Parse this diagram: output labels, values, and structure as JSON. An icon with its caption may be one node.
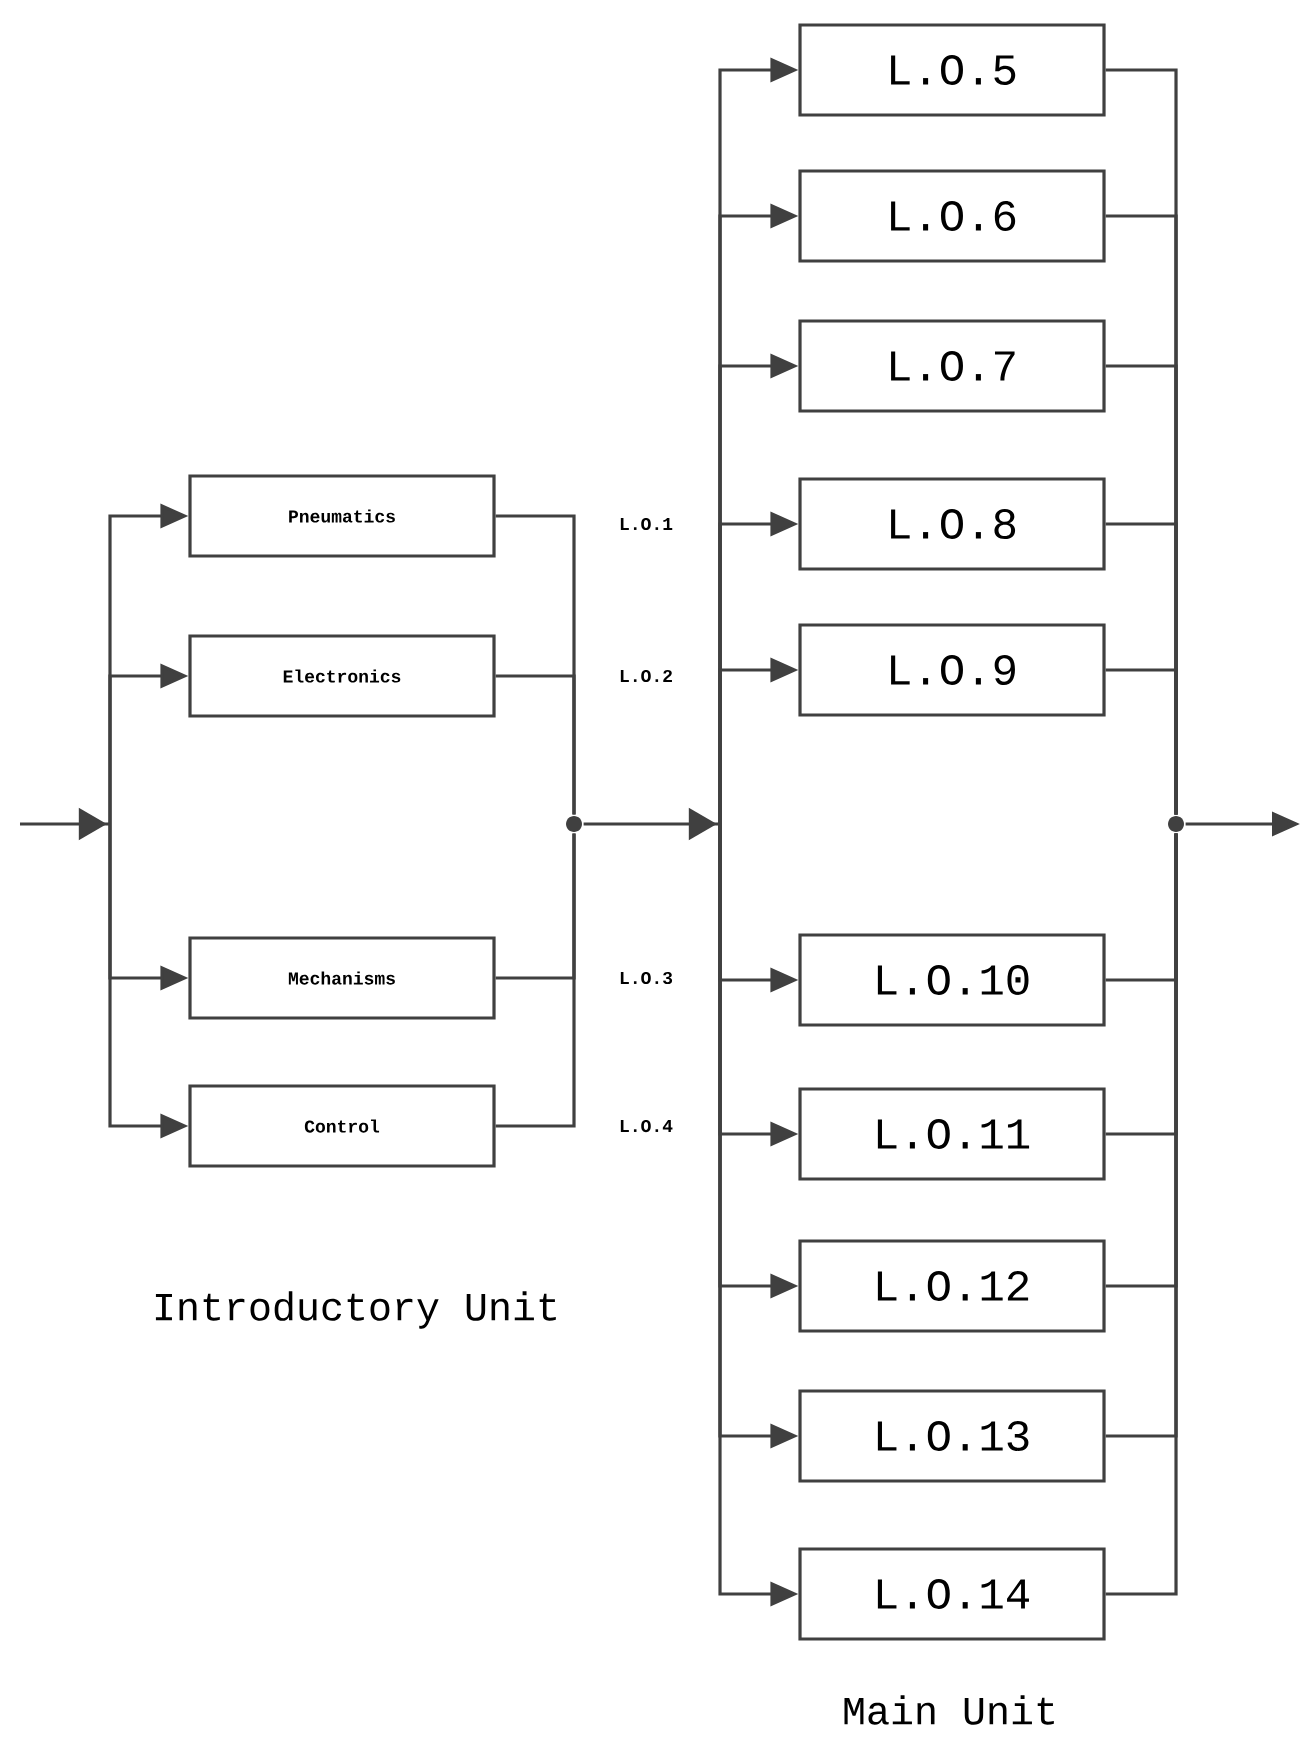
{
  "diagram": {
    "nodes": [
      {
        "text": [
          "Pneumatics"
        ]
      },
      {
        "text": [
          "Electronics"
        ]
      },
      {
        "text": [
          "Mechanisms"
        ]
      },
      {
        "text": [
          "Control"
        ]
      },
      {
        "text": [
          "L.O.5"
        ]
      },
      {
        "text": [
          "L.O.6"
        ]
      },
      {
        "text": [
          "L.O.7"
        ]
      },
      {
        "text": [
          "L.O.8"
        ]
      },
      {
        "text": [
          "L.O.9"
        ]
      },
      {
        "text": [
          "L.O.10"
        ]
      },
      {
        "text": [
          "L.O.11"
        ]
      },
      {
        "text": [
          "L.O.12"
        ]
      },
      {
        "text": [
          "L.O.13"
        ]
      },
      {
        "text": [
          "L.O.14"
        ]
      },
      {
        "text": [],
        "shape": "circle"
      },
      {
        "text": [],
        "shape": "circle"
      }
    ],
    "edges": [
      {
        "from": null,
        "to": 0,
        "arrow": "to"
      },
      {
        "from": null,
        "to": 1,
        "arrow": "to"
      },
      {
        "from": null,
        "to": 2,
        "arrow": "to"
      },
      {
        "from": null,
        "to": 3,
        "arrow": "to"
      },
      {
        "from": 0,
        "to": 14,
        "arrow": "none"
      },
      {
        "from": 1,
        "to": 14,
        "arrow": "none"
      },
      {
        "from": 2,
        "to": 14,
        "arrow": "none"
      },
      {
        "from": 3,
        "to": 14,
        "arrow": "none"
      },
      {
        "from": 14,
        "to": 4,
        "arrow": "to"
      },
      {
        "from": 14,
        "to": 5,
        "arrow": "to"
      },
      {
        "from": 14,
        "to": 6,
        "arrow": "to"
      },
      {
        "from": 14,
        "to": 7,
        "arrow": "to"
      },
      {
        "from": 14,
        "to": 8,
        "arrow": "to"
      },
      {
        "from": 14,
        "to": 9,
        "arrow": "to"
      },
      {
        "from": 14,
        "to": 10,
        "arrow": "to"
      },
      {
        "from": 14,
        "to": 11,
        "arrow": "to"
      },
      {
        "from": 14,
        "to": 12,
        "arrow": "to"
      },
      {
        "from": 14,
        "to": 13,
        "arrow": "to"
      },
      {
        "from": 4,
        "to": 15,
        "arrow": "none"
      },
      {
        "from": 5,
        "to": 15,
        "arrow": "none"
      },
      {
        "from": 6,
        "to": 15,
        "arrow": "none"
      },
      {
        "from": 7,
        "to": 15,
        "arrow": "none"
      },
      {
        "from": 8,
        "to": 15,
        "arrow": "none"
      },
      {
        "from": 9,
        "to": 15,
        "arrow": "none"
      },
      {
        "from": 10,
        "to": 15,
        "arrow": "none"
      },
      {
        "from": 11,
        "to": 15,
        "arrow": "none"
      },
      {
        "from": 12,
        "to": 15,
        "arrow": "none"
      },
      {
        "from": 13,
        "to": 15,
        "arrow": "none"
      },
      {
        "from": 15,
        "to": null,
        "arrow": "to"
      }
    ],
    "labels": [
      "L.O.1",
      "L.O.2",
      "L.O.3",
      "L.O.4",
      "Introductory Unit",
      "Main Unit"
    ]
  }
}
